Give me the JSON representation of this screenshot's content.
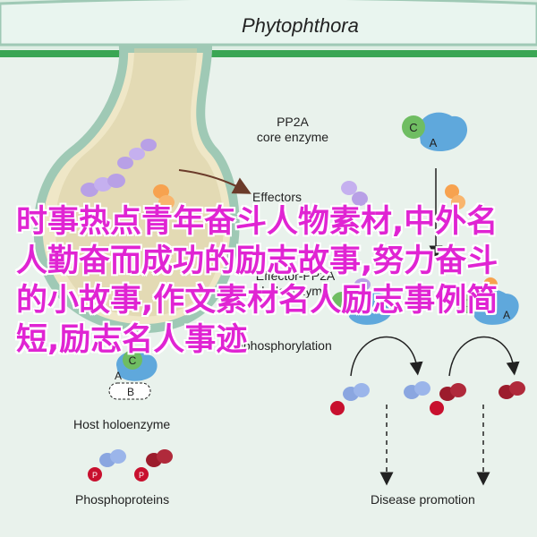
{
  "diagram": {
    "title": "Phytophthora",
    "pp2a_core": "PP2A\ncore enzyme",
    "effectors": "Effectors",
    "effector_pp2a": "Effector-PP2A\nholoenzyme",
    "dephosphorylation": "Dephosphorylation",
    "host_holoenzyme": "Host holoenzyme",
    "phosphoproteins": "Phosphoproteins",
    "disease_promotion": "Disease promotion",
    "subunits": {
      "a": "A",
      "b": "B",
      "c": "C"
    },
    "phospho": "P"
  },
  "overlay_text": "时事热点青年奋斗人物素材,中外名人勤奋而成功的励志故事,努力奋斗的小故事,作文素材名人励志事例简短,励志名人事迹",
  "colors": {
    "background": "#e9f2ec",
    "host_green": "#3aa654",
    "membrane": "#9fc9b5",
    "cell_fill": "#d9cfa4",
    "subunit_a": "#5fa8dc",
    "subunit_c": "#6fbd62",
    "subunit_b": "#ffffff",
    "effector_purple": "#b8a0e6",
    "effector_orange": "#f7a24f",
    "phospho_red": "#c8102e",
    "dark_red": "#9c1c2c",
    "overlay": "#e024d3"
  }
}
